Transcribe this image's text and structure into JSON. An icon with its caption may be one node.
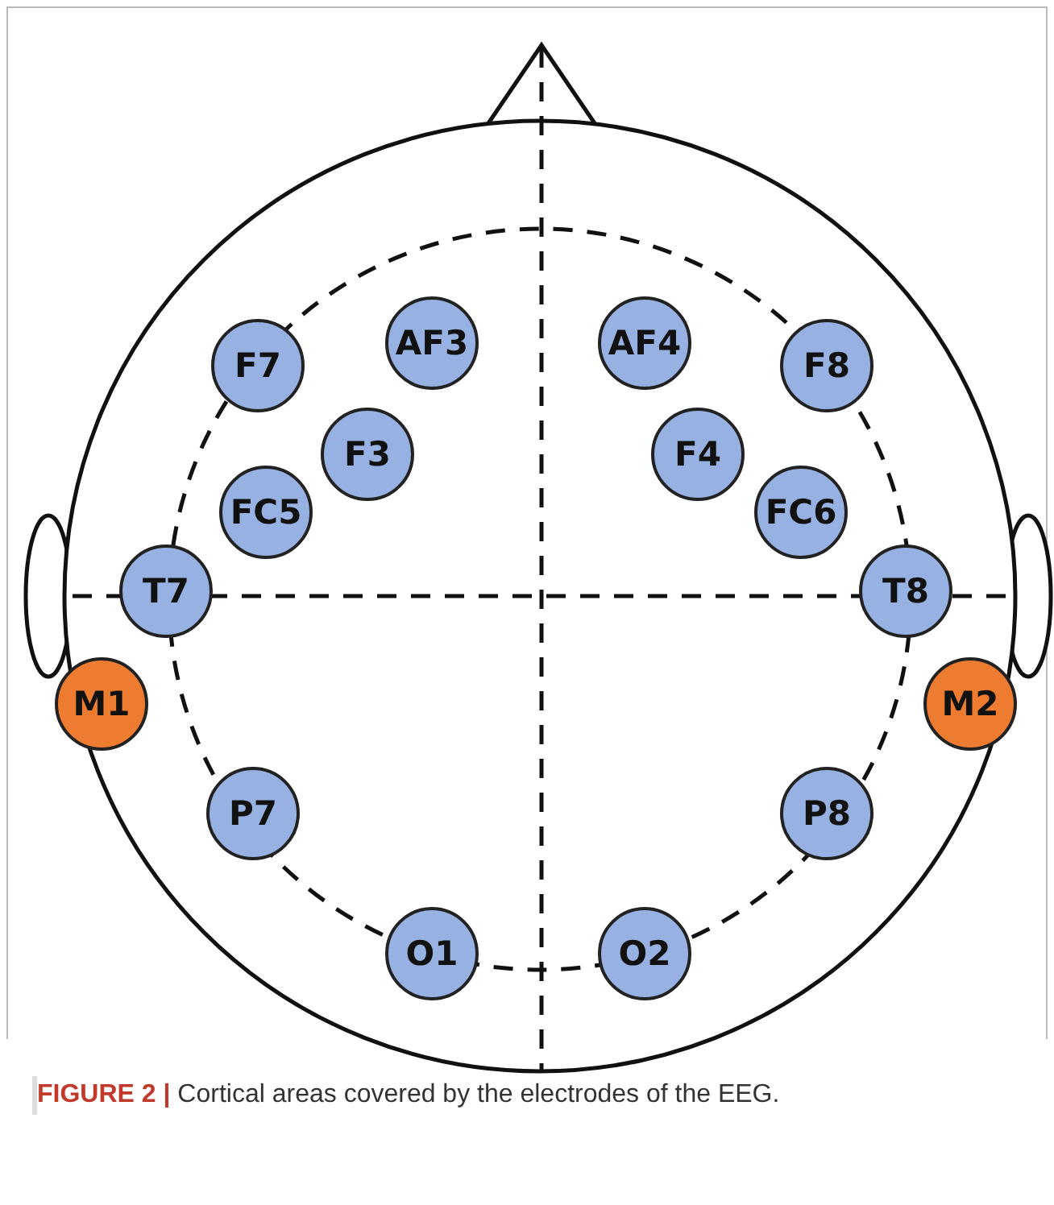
{
  "diagram": {
    "caption": "**FIGURE 2 |** Cortical areas covered by the electrodes of the EEG.",
    "nodes": [
      {
        "text": [
          "F7"
        ]
      },
      {
        "text": [
          "AF3"
        ]
      },
      {
        "text": [
          "AF4"
        ]
      },
      {
        "text": [
          "F8"
        ]
      },
      {
        "text": [
          "F3"
        ]
      },
      {
        "text": [
          "F4"
        ]
      },
      {
        "text": [
          "FC5"
        ]
      },
      {
        "text": [
          "FC6"
        ]
      },
      {
        "text": [
          "T7"
        ]
      },
      {
        "text": [
          "T8"
        ]
      },
      {
        "text": [
          "M1"
        ]
      },
      {
        "text": [
          "M2"
        ]
      },
      {
        "text": [
          "P7"
        ]
      },
      {
        "text": [
          "P8"
        ]
      },
      {
        "text": [
          "O1"
        ]
      },
      {
        "text": [
          "O2"
        ]
      }
    ],
    "edges": []
  }
}
